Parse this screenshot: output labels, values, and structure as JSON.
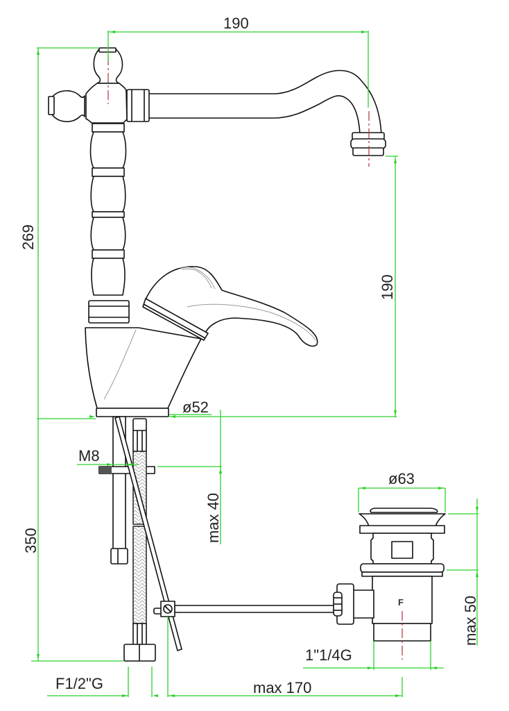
{
  "drawing": {
    "subject": "single-lever basin mixer with swivel spout and pop-up waste, technical dimension drawing",
    "colors": {
      "dimension_lines": "#2bd12b",
      "object_lines": "#111111",
      "center_lines": "#b0303a",
      "background": "#ffffff"
    },
    "dimensions": {
      "spout_reach": "190",
      "total_height": "269",
      "spout_outlet_height": "190",
      "base_diameter": "ø52",
      "mounting_thread": "M8",
      "max_deck_thickness": "max 40",
      "hose_length": "350",
      "waste_diameter": "ø63",
      "waste_max_thickness": "max 50",
      "waste_thread": "1\"1/4G",
      "supply_connection": "F1/2\"G",
      "rod_length": "max 170"
    },
    "markings": {
      "waste_mark": "F"
    }
  }
}
